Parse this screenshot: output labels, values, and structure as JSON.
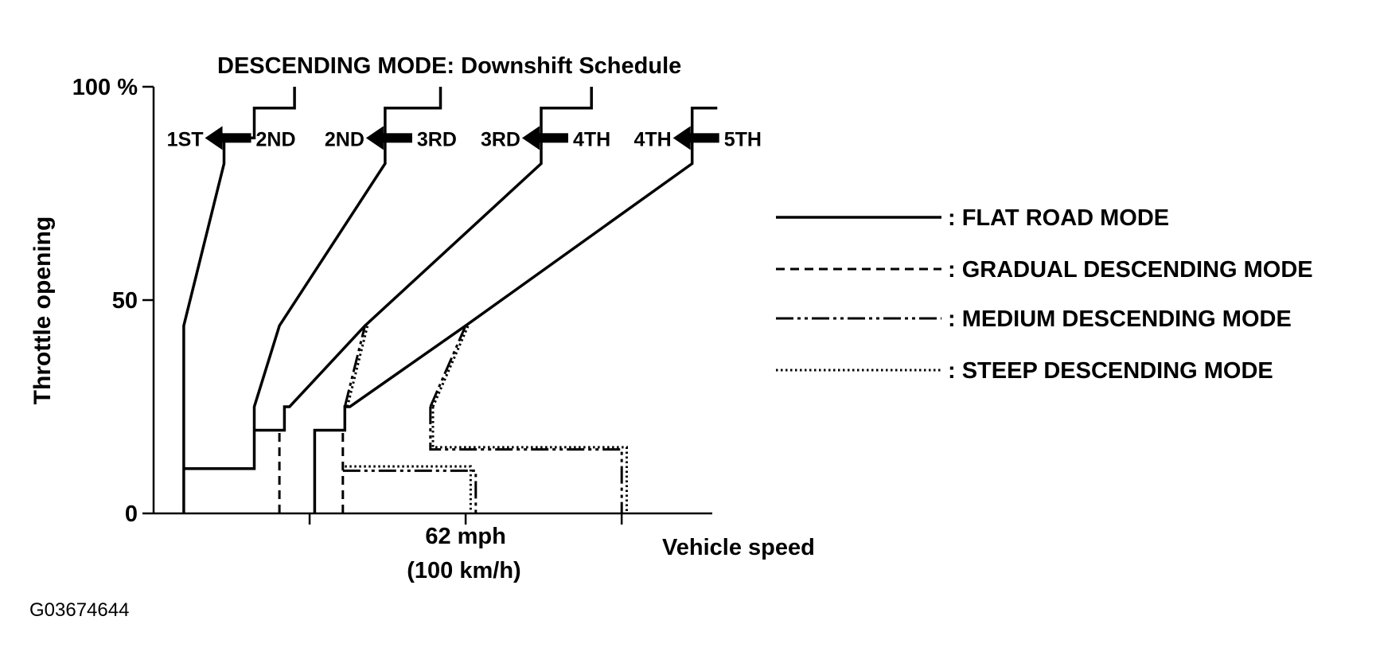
{
  "chart_data": {
    "type": "line",
    "title": "DESCENDING MODE: Downshift Schedule",
    "xlabel": "Vehicle speed",
    "ylabel": "Throttle opening",
    "y_ticks": [
      {
        "value": 0,
        "label": "0"
      },
      {
        "value": 50,
        "label": "50"
      },
      {
        "value": 100,
        "label": "100 %"
      }
    ],
    "x_ticks": [
      {
        "value": 31,
        "label": ""
      },
      {
        "value": 62,
        "label": "62 mph"
      },
      {
        "value": 93,
        "label": ""
      }
    ],
    "x_tick_sublabel": "(100 km/h)",
    "xlim": [
      0,
      111
    ],
    "ylim": [
      0,
      100
    ],
    "grid": false,
    "legend_position": "right",
    "colors": {
      "line": "#000000",
      "background": "#ffffff"
    },
    "shifts": [
      {
        "from": "2ND",
        "to": "1ST"
      },
      {
        "from": "3RD",
        "to": "2ND"
      },
      {
        "from": "4TH",
        "to": "3RD"
      },
      {
        "from": "5TH",
        "to": "4TH"
      }
    ],
    "series": [
      {
        "name": "FLAT ROAD MODE",
        "style": "solid",
        "lines": [
          [
            [
              6,
              0
            ],
            [
              6,
              44
            ],
            [
              14,
              82
            ],
            [
              14,
              88
            ],
            [
              20,
              88
            ],
            [
              20,
              95
            ],
            [
              28,
              95
            ],
            [
              28,
              100
            ]
          ],
          [
            [
              6,
              10.5
            ],
            [
              20,
              10.5
            ],
            [
              20,
              25
            ],
            [
              25,
              44
            ],
            [
              46,
              82
            ],
            [
              46,
              95
            ],
            [
              57,
              95
            ],
            [
              57,
              100
            ]
          ],
          [
            [
              20,
              19.5
            ],
            [
              26,
              19.5
            ],
            [
              26,
              25
            ],
            [
              27,
              25
            ],
            [
              42,
              44
            ],
            [
              77,
              82
            ],
            [
              77,
              95
            ],
            [
              87,
              95
            ],
            [
              87,
              100
            ]
          ],
          [
            [
              32,
              0
            ],
            [
              32,
              19.5
            ],
            [
              38,
              19.5
            ],
            [
              38,
              25
            ],
            [
              39,
              25
            ],
            [
              62,
              44
            ],
            [
              107,
              82
            ],
            [
              107,
              95
            ],
            [
              112,
              95
            ]
          ]
        ]
      },
      {
        "name": "GRADUAL DESCENDING MODE",
        "style": "dashed",
        "lines": [
          [
            [
              25,
              0
            ],
            [
              25,
              19.5
            ]
          ],
          [
            [
              37.6,
              0
            ],
            [
              37.6,
              19.5
            ]
          ]
        ]
      },
      {
        "name": "MEDIUM DESCENDING MODE",
        "style": "dashdot",
        "lines": [
          [
            [
              38,
              25
            ],
            [
              42,
              44
            ]
          ],
          [
            [
              37.6,
              10
            ],
            [
              64,
              10
            ],
            [
              64,
              0
            ]
          ],
          [
            [
              55,
              25
            ],
            [
              62,
              44
            ]
          ],
          [
            [
              55,
              25
            ],
            [
              55,
              15
            ],
            [
              93,
              15
            ],
            [
              93,
              0
            ]
          ]
        ]
      },
      {
        "name": "STEEP DESCENDING MODE",
        "style": "dotted",
        "lines": [
          [
            [
              38.5,
              25
            ],
            [
              42.5,
              44
            ]
          ],
          [
            [
              38,
              11
            ],
            [
              63,
              11
            ],
            [
              63,
              0
            ]
          ],
          [
            [
              55.5,
              25
            ],
            [
              62.5,
              44
            ]
          ],
          [
            [
              55.5,
              25
            ],
            [
              55.5,
              15.5
            ],
            [
              94,
              15.5
            ],
            [
              94,
              0
            ]
          ]
        ]
      }
    ]
  },
  "figure_code": "G03674644"
}
